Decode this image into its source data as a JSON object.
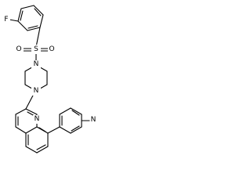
{
  "structure": {
    "atoms": {
      "fluorine": "F",
      "sulfur": "S",
      "oxygen_left": "O",
      "oxygen_right": "O",
      "piperazine_n_top": "N",
      "piperazine_n_bottom": "N",
      "quinoline_n": "N",
      "pyridine_n": "N"
    }
  },
  "colors": {
    "bond": "#000000",
    "label": "#000000",
    "background": "#ffffff"
  }
}
